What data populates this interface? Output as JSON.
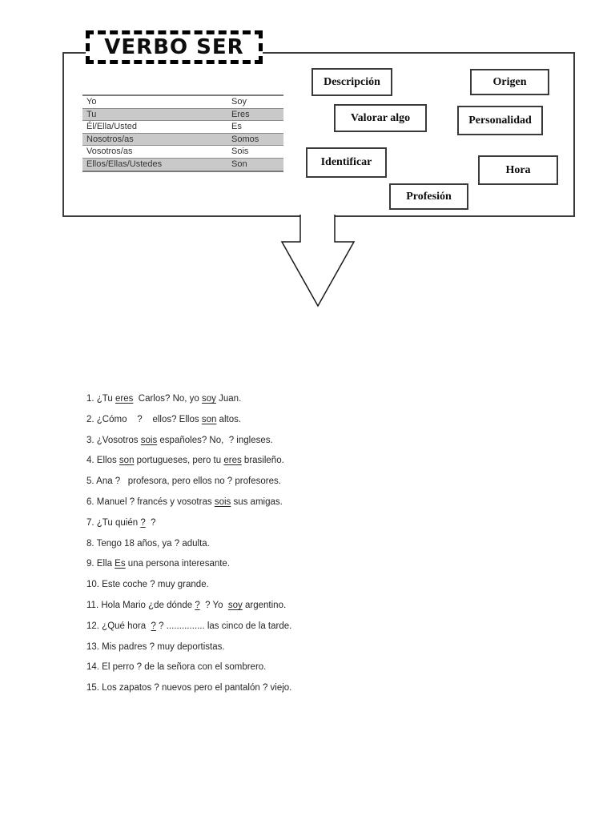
{
  "title": "VERBO SER",
  "colors": {
    "table_row_shade": "#c9c9c9",
    "table_line": "#8c8c8c",
    "box_border": "#3a3a3a",
    "text": "#262626"
  },
  "conjugation_table": {
    "rows": [
      {
        "pronoun": "Yo",
        "form": "Soy",
        "shaded": false
      },
      {
        "pronoun": "Tu",
        "form": "Eres",
        "shaded": true
      },
      {
        "pronoun": "Él/Ella/Usted",
        "form": "Es",
        "shaded": false
      },
      {
        "pronoun": "Nosotros/as",
        "form": "Somos",
        "shaded": true
      },
      {
        "pronoun": "Vosotros/as",
        "form": "Sois",
        "shaded": false
      },
      {
        "pronoun": "Ellos/Ellas/Ustedes",
        "form": "Son",
        "shaded": true
      }
    ]
  },
  "usage_boxes": [
    {
      "label": "Descripción"
    },
    {
      "label": "Origen"
    },
    {
      "label": "Valorar algo"
    },
    {
      "label": "Personalidad"
    },
    {
      "label": "Identificar"
    },
    {
      "label": "Hora"
    },
    {
      "label": "Profesión"
    }
  ],
  "exercises": [
    {
      "segments": [
        {
          "text": "1. ¿Tu ",
          "underline": false
        },
        {
          "text": "eres",
          "underline": true
        },
        {
          "text": "  Carlos? No, yo ",
          "underline": false
        },
        {
          "text": "soy",
          "underline": true
        },
        {
          "text": " Juan.",
          "underline": false
        }
      ]
    },
    {
      "segments": [
        {
          "text": "2. ¿Cómo    ?    ellos? Ellos ",
          "underline": false
        },
        {
          "text": "son",
          "underline": true
        },
        {
          "text": " altos.",
          "underline": false
        }
      ]
    },
    {
      "segments": [
        {
          "text": "3. ¿Vosotros ",
          "underline": false
        },
        {
          "text": "sois",
          "underline": true
        },
        {
          "text": " españoles? No,  ? ingleses.",
          "underline": false
        }
      ]
    },
    {
      "segments": [
        {
          "text": "4. Ellos ",
          "underline": false
        },
        {
          "text": "son",
          "underline": true
        },
        {
          "text": " portugueses, pero tu ",
          "underline": false
        },
        {
          "text": "eres",
          "underline": true
        },
        {
          "text": " brasileño.",
          "underline": false
        }
      ]
    },
    {
      "segments": [
        {
          "text": "5. Ana ?   profesora, pero ellos no ? profesores.",
          "underline": false
        }
      ]
    },
    {
      "segments": [
        {
          "text": "6. Manuel ? francés y vosotras ",
          "underline": false
        },
        {
          "text": "sois",
          "underline": true
        },
        {
          "text": " sus amigas.",
          "underline": false
        }
      ]
    },
    {
      "segments": [
        {
          "text": "7. ¿Tu quién ",
          "underline": false
        },
        {
          "text": "?",
          "underline": true
        },
        {
          "text": "  ?",
          "underline": false
        }
      ]
    },
    {
      "segments": [
        {
          "text": "8. Tengo 18 años, ya ? adulta.",
          "underline": false
        }
      ]
    },
    {
      "segments": [
        {
          "text": "9. Ella ",
          "underline": false
        },
        {
          "text": "Es",
          "underline": true
        },
        {
          "text": " una persona interesante.",
          "underline": false
        }
      ]
    },
    {
      "segments": [
        {
          "text": "10. Este coche ? muy grande.",
          "underline": false
        }
      ]
    },
    {
      "segments": [
        {
          "text": "11. Hola Mario ¿de dónde ",
          "underline": false
        },
        {
          "text": "?",
          "underline": true
        },
        {
          "text": "  ? Yo  ",
          "underline": false
        },
        {
          "text": "soy",
          "underline": true
        },
        {
          "text": " argentino.",
          "underline": false
        }
      ]
    },
    {
      "segments": [
        {
          "text": "12. ¿Qué hora  ",
          "underline": false
        },
        {
          "text": "?",
          "underline": true
        },
        {
          "text": " ? ............... las cinco de la tarde.",
          "underline": false
        }
      ]
    },
    {
      "segments": [
        {
          "text": "13. Mis padres ? muy deportistas.",
          "underline": false
        }
      ]
    },
    {
      "segments": [
        {
          "text": "14. El perro ? de la señora con el sombrero.",
          "underline": false
        }
      ]
    },
    {
      "segments": [
        {
          "text": "15. Los zapatos ? nuevos pero el pantalón ? viejo.",
          "underline": false
        }
      ]
    }
  ]
}
